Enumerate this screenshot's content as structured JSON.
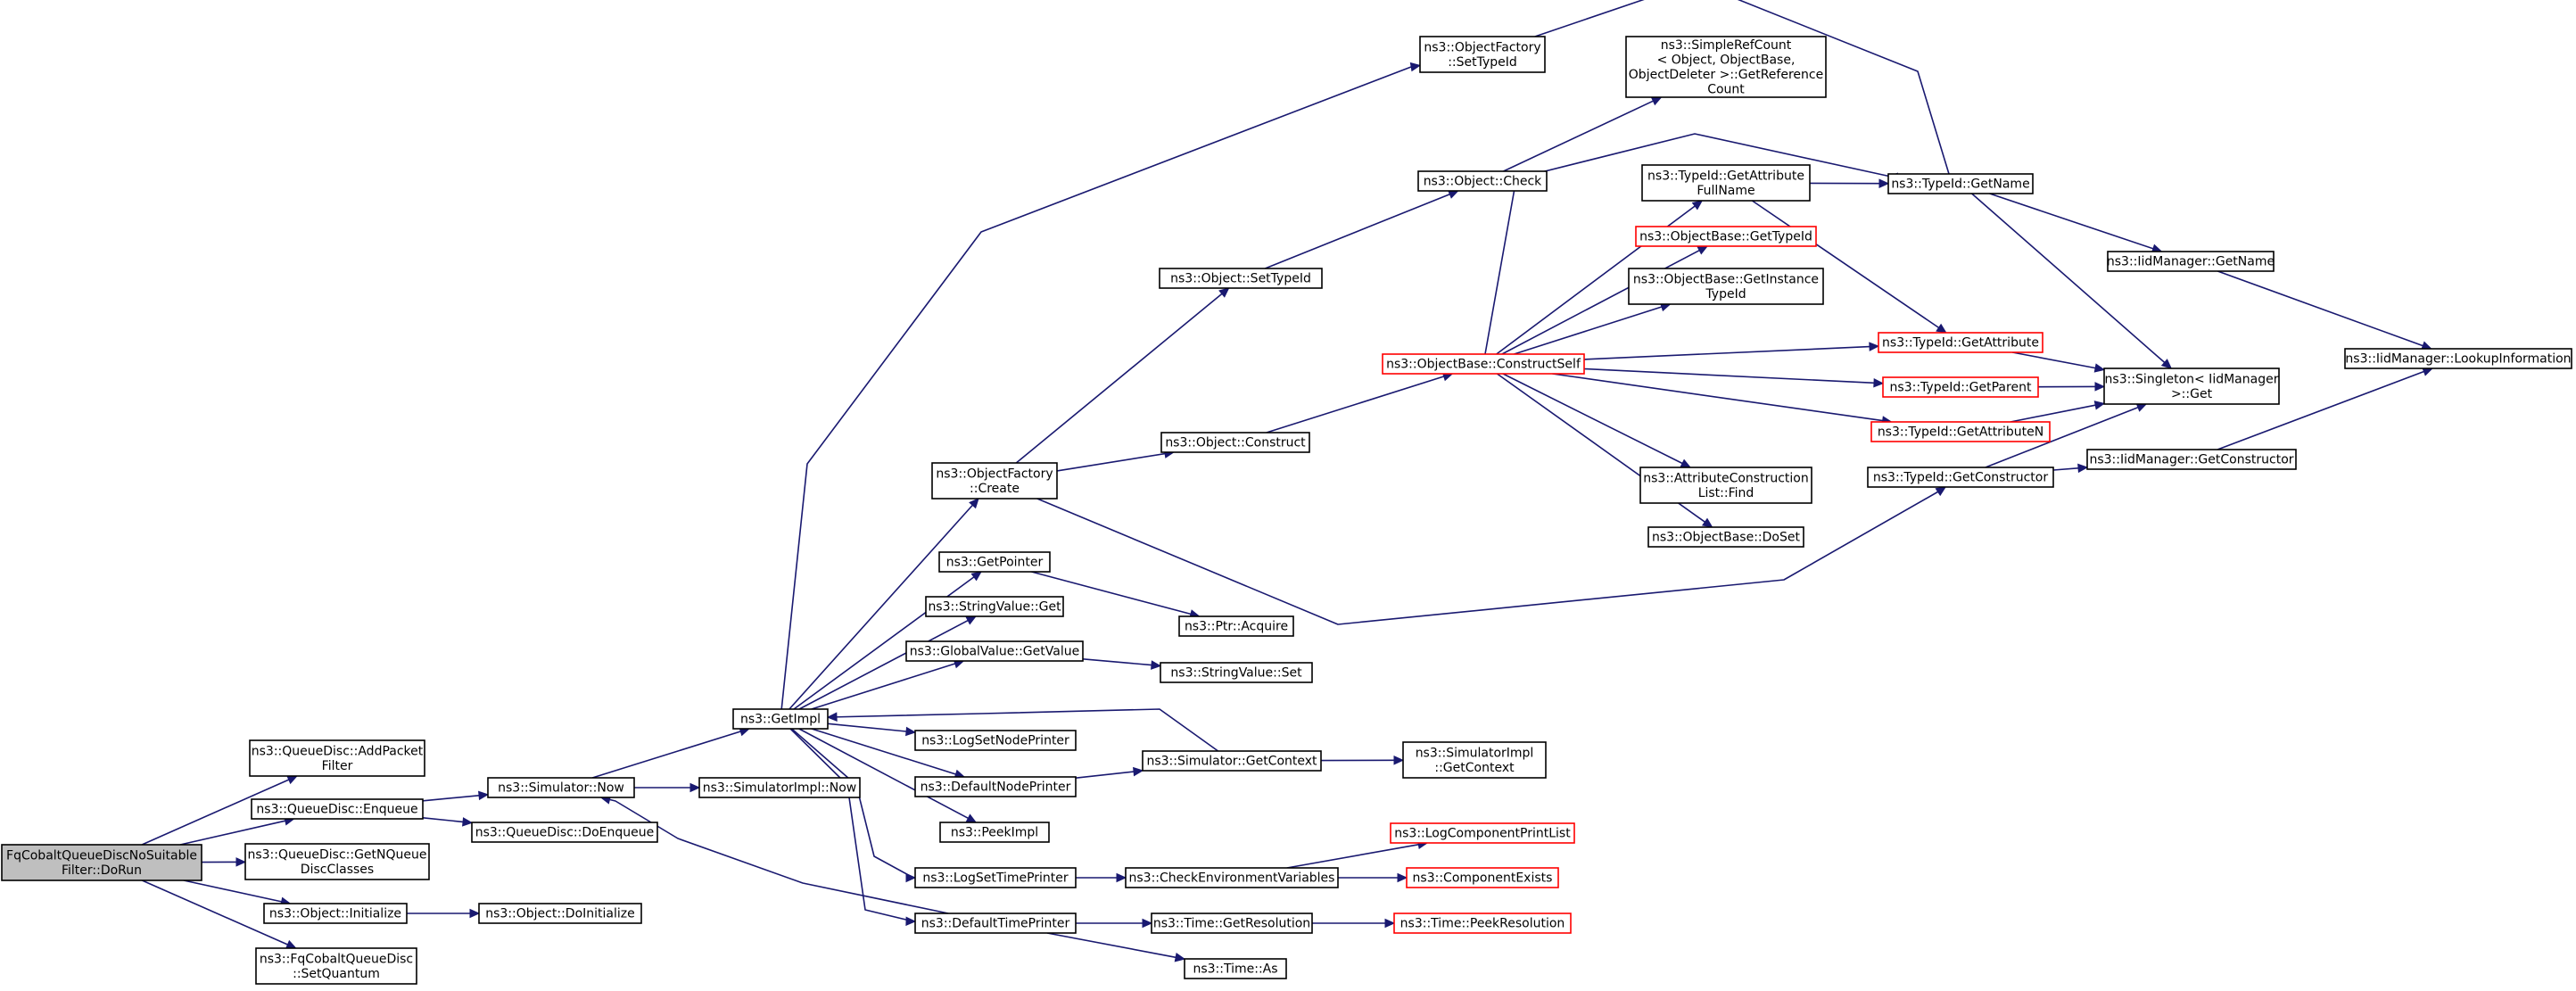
{
  "colors": {
    "edge": "#191970",
    "node_border": "#000000",
    "node_border_truncated": "#ff0000",
    "root_fill": "#bfbfbf",
    "node_fill": "#ffffff"
  },
  "nodes": [
    {
      "id": "root",
      "lines": [
        "FqCobaltQueueDiscNoSuitable",
        "Filter::DoRun"
      ],
      "style": "root"
    },
    {
      "id": "addpacketfilter",
      "lines": [
        "ns3::QueueDisc::AddPacket",
        "Filter"
      ],
      "style": "normal"
    },
    {
      "id": "enqueue",
      "lines": [
        "ns3::QueueDisc::Enqueue"
      ],
      "style": "normal"
    },
    {
      "id": "getnqueuedisc",
      "lines": [
        "ns3::QueueDisc::GetNQueue",
        "DiscClasses"
      ],
      "style": "normal"
    },
    {
      "id": "objinit",
      "lines": [
        "ns3::Object::Initialize"
      ],
      "style": "normal"
    },
    {
      "id": "setquantum",
      "lines": [
        "ns3::FqCobaltQueueDisc",
        "::SetQuantum"
      ],
      "style": "normal"
    },
    {
      "id": "simnow",
      "lines": [
        "ns3::Simulator::Now"
      ],
      "style": "normal"
    },
    {
      "id": "doenqueue",
      "lines": [
        "ns3::QueueDisc::DoEnqueue"
      ],
      "style": "normal"
    },
    {
      "id": "doinit",
      "lines": [
        "ns3::Object::DoInitialize"
      ],
      "style": "normal"
    },
    {
      "id": "getimpl",
      "lines": [
        "ns3::GetImpl"
      ],
      "style": "normal"
    },
    {
      "id": "simimplnow",
      "lines": [
        "ns3::SimulatorImpl::Now"
      ],
      "style": "normal"
    },
    {
      "id": "objfactcreate",
      "lines": [
        "ns3::ObjectFactory",
        "::Create"
      ],
      "style": "normal"
    },
    {
      "id": "getpointer",
      "lines": [
        "ns3::GetPointer"
      ],
      "style": "normal"
    },
    {
      "id": "strvalget",
      "lines": [
        "ns3::StringValue::Get"
      ],
      "style": "normal"
    },
    {
      "id": "globalvalget",
      "lines": [
        "ns3::GlobalValue::GetValue"
      ],
      "style": "normal"
    },
    {
      "id": "logsetnode",
      "lines": [
        "ns3::LogSetNodePrinter"
      ],
      "style": "normal"
    },
    {
      "id": "defnode",
      "lines": [
        "ns3::DefaultNodePrinter"
      ],
      "style": "normal"
    },
    {
      "id": "peekimpl",
      "lines": [
        "ns3::PeekImpl"
      ],
      "style": "normal"
    },
    {
      "id": "logsettime",
      "lines": [
        "ns3::LogSetTimePrinter"
      ],
      "style": "normal"
    },
    {
      "id": "deftime",
      "lines": [
        "ns3::DefaultTimePrinter"
      ],
      "style": "normal"
    },
    {
      "id": "objfactsettypeid",
      "lines": [
        "ns3::ObjectFactory",
        "::SetTypeId"
      ],
      "style": "normal"
    },
    {
      "id": "objsettypeid",
      "lines": [
        "ns3::Object::SetTypeId"
      ],
      "style": "normal"
    },
    {
      "id": "objconstruct",
      "lines": [
        "ns3::Object::Construct"
      ],
      "style": "normal"
    },
    {
      "id": "ptracquire",
      "lines": [
        "ns3::Ptr::Acquire"
      ],
      "style": "normal"
    },
    {
      "id": "strvalset",
      "lines": [
        "ns3::StringValue::Set"
      ],
      "style": "normal"
    },
    {
      "id": "simgetctx",
      "lines": [
        "ns3::Simulator::GetContext"
      ],
      "style": "normal"
    },
    {
      "id": "checkenv",
      "lines": [
        "ns3::CheckEnvironmentVariables"
      ],
      "style": "normal"
    },
    {
      "id": "timegetres",
      "lines": [
        "ns3::Time::GetResolution"
      ],
      "style": "normal"
    },
    {
      "id": "timeas",
      "lines": [
        "ns3::Time::As"
      ],
      "style": "normal"
    },
    {
      "id": "objcheck",
      "lines": [
        "ns3::Object::Check"
      ],
      "style": "normal"
    },
    {
      "id": "constructself",
      "lines": [
        "ns3::ObjectBase::ConstructSelf"
      ],
      "style": "truncated"
    },
    {
      "id": "simimplgetctx",
      "lines": [
        "ns3::SimulatorImpl",
        "::GetContext"
      ],
      "style": "normal"
    },
    {
      "id": "logcompprint",
      "lines": [
        "ns3::LogComponentPrintList"
      ],
      "style": "truncated"
    },
    {
      "id": "compexists",
      "lines": [
        "ns3::ComponentExists"
      ],
      "style": "truncated"
    },
    {
      "id": "timepeekres",
      "lines": [
        "ns3::Time::PeekResolution"
      ],
      "style": "truncated"
    },
    {
      "id": "simplerefcount",
      "lines": [
        "ns3::SimpleRefCount",
        "< Object, ObjectBase,",
        "ObjectDeleter >::GetReference",
        "Count"
      ],
      "style": "normal"
    },
    {
      "id": "getattrfullname",
      "lines": [
        "ns3::TypeId::GetAttribute",
        "FullName"
      ],
      "style": "normal"
    },
    {
      "id": "objbasegettypeid",
      "lines": [
        "ns3::ObjectBase::GetTypeId"
      ],
      "style": "truncated"
    },
    {
      "id": "objbasegetinst",
      "lines": [
        "ns3::ObjectBase::GetInstance",
        "TypeId"
      ],
      "style": "normal"
    },
    {
      "id": "attrconstruct",
      "lines": [
        "ns3::AttributeConstruction",
        "List::Find"
      ],
      "style": "normal"
    },
    {
      "id": "objbasedoset",
      "lines": [
        "ns3::ObjectBase::DoSet"
      ],
      "style": "normal"
    },
    {
      "id": "typeidgetname",
      "lines": [
        "ns3::TypeId::GetName"
      ],
      "style": "normal"
    },
    {
      "id": "typeidgetattr",
      "lines": [
        "ns3::TypeId::GetAttribute"
      ],
      "style": "truncated"
    },
    {
      "id": "typeidgetparent",
      "lines": [
        "ns3::TypeId::GetParent"
      ],
      "style": "truncated"
    },
    {
      "id": "typeidgetattrn",
      "lines": [
        "ns3::TypeId::GetAttributeN"
      ],
      "style": "truncated"
    },
    {
      "id": "typeidgetctor",
      "lines": [
        "ns3::TypeId::GetConstructor"
      ],
      "style": "normal"
    },
    {
      "id": "iidgetname",
      "lines": [
        "ns3::IidManager::GetName"
      ],
      "style": "normal"
    },
    {
      "id": "singletonget",
      "lines": [
        "ns3::Singleton< IidManager",
        " >::Get"
      ],
      "style": "normal"
    },
    {
      "id": "iidgetctor",
      "lines": [
        "ns3::IidManager::GetConstructor"
      ],
      "style": "normal"
    },
    {
      "id": "iidlookup",
      "lines": [
        "ns3::IidManager::LookupInformation"
      ],
      "style": "normal"
    }
  ],
  "edges": [
    [
      "root",
      "addpacketfilter"
    ],
    [
      "root",
      "enqueue"
    ],
    [
      "root",
      "getnqueuedisc"
    ],
    [
      "root",
      "objinit"
    ],
    [
      "root",
      "setquantum"
    ],
    [
      "enqueue",
      "simnow"
    ],
    [
      "enqueue",
      "doenqueue"
    ],
    [
      "objinit",
      "doinit"
    ],
    [
      "simnow",
      "getimpl"
    ],
    [
      "simnow",
      "simimplnow"
    ],
    [
      "getimpl",
      "objfactsettypeid"
    ],
    [
      "getimpl",
      "objfactcreate"
    ],
    [
      "getimpl",
      "getpointer"
    ],
    [
      "getimpl",
      "strvalget"
    ],
    [
      "getimpl",
      "globalvalget"
    ],
    [
      "getimpl",
      "logsetnode"
    ],
    [
      "getimpl",
      "defnode"
    ],
    [
      "getimpl",
      "peekimpl"
    ],
    [
      "getimpl",
      "logsettime"
    ],
    [
      "getimpl",
      "deftime"
    ],
    [
      "objfactcreate",
      "objsettypeid"
    ],
    [
      "objfactcreate",
      "objconstruct"
    ],
    [
      "objfactcreate",
      "typeidgetctor"
    ],
    [
      "getpointer",
      "ptracquire"
    ],
    [
      "globalvalget",
      "strvalset"
    ],
    [
      "defnode",
      "simgetctx"
    ],
    [
      "simgetctx",
      "getimpl"
    ],
    [
      "simgetctx",
      "simimplgetctx"
    ],
    [
      "logsettime",
      "checkenv"
    ],
    [
      "checkenv",
      "logcompprint"
    ],
    [
      "checkenv",
      "compexists"
    ],
    [
      "deftime",
      "simnow"
    ],
    [
      "deftime",
      "timegetres"
    ],
    [
      "deftime",
      "timeas"
    ],
    [
      "timegetres",
      "timepeekres"
    ],
    [
      "objsettypeid",
      "objcheck"
    ],
    [
      "objcheck",
      "simplerefcount"
    ],
    [
      "objconstruct",
      "constructself"
    ],
    [
      "objfactsettypeid",
      "typeidgetname"
    ],
    [
      "constructself",
      "typeidgetname"
    ],
    [
      "constructself",
      "getattrfullname"
    ],
    [
      "constructself",
      "objbasegettypeid"
    ],
    [
      "constructself",
      "objbasegetinst"
    ],
    [
      "constructself",
      "typeidgetattr"
    ],
    [
      "constructself",
      "typeidgetparent"
    ],
    [
      "constructself",
      "typeidgetattrn"
    ],
    [
      "constructself",
      "attrconstruct"
    ],
    [
      "constructself",
      "objbasedoset"
    ],
    [
      "getattrfullname",
      "typeidgetname"
    ],
    [
      "getattrfullname",
      "typeidgetattr"
    ],
    [
      "typeidgetname",
      "iidgetname"
    ],
    [
      "typeidgetname",
      "singletonget"
    ],
    [
      "typeidgetattr",
      "singletonget"
    ],
    [
      "typeidgetparent",
      "singletonget"
    ],
    [
      "typeidgetattrn",
      "singletonget"
    ],
    [
      "typeidgetctor",
      "singletonget"
    ],
    [
      "typeidgetctor",
      "iidgetctor"
    ],
    [
      "iidgetname",
      "iidlookup"
    ],
    [
      "iidgetctor",
      "iidlookup"
    ]
  ]
}
